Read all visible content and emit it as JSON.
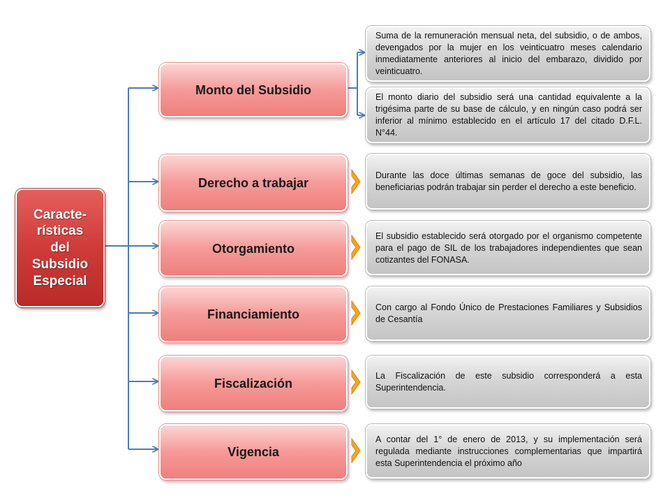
{
  "root": {
    "label": "Caracte-\nrísticas\ndel\nSubsidio\nEspecial"
  },
  "categories": [
    {
      "label": "Monto del Subsidio"
    },
    {
      "label": "Derecho a trabajar"
    },
    {
      "label": "Otorgamiento"
    },
    {
      "label": "Financiamiento"
    },
    {
      "label": "Fiscalización"
    },
    {
      "label": "Vigencia"
    }
  ],
  "descriptions": [
    {
      "text": "Suma de la remuneración mensual neta, del subsidio, o de ambos, devengados por la mujer en los veinticuatro meses calendario inmediatamente anteriores al inicio del embarazo, dividido por veinticuatro."
    },
    {
      "text": "El monto diario del subsidio será una cantidad equivalente a la trigésima parte de su base de cálculo, y en ningún caso podrá ser inferior al mínimo establecido en el artículo 17 del citado D.F.L. N°44."
    },
    {
      "text": "Durante las doce últimas semanas de goce del subsidio, las beneficiarias podrán trabajar sin perder el derecho a este beneficio."
    },
    {
      "text": "El subsidio establecido será otorgado por el organismo competente para el pago de SIL de los trabajadores independientes que sean cotizantes del FONASA."
    },
    {
      "text": "Con cargo al Fondo Único de Prestaciones Familiares y Subsidios de Cesantía"
    },
    {
      "text": "La Fiscalización de este subsidio corresponderá a esta Superintendencia."
    },
    {
      "text": "A contar del 1° de enero de 2013, y su implementación será regulada mediante instrucciones complementarias que impartirá esta Superintendencia el próximo año"
    }
  ],
  "colors": {
    "connector": "#4a7ebb",
    "root": "#c8322f",
    "category": "#f49694",
    "description": "#d3d3d3",
    "arrow": "#f7a51c"
  },
  "icons": {
    "connector_arrow": "chevron-arrow-icon"
  }
}
